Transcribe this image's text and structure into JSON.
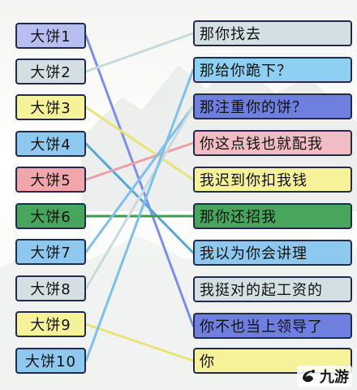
{
  "left_items": [
    {
      "label": "大饼1",
      "color": "#b7bff0"
    },
    {
      "label": "大饼2",
      "color": "#d3dfe2"
    },
    {
      "label": "大饼3",
      "color": "#f6f29a"
    },
    {
      "label": "大饼4",
      "color": "#8ec8ee"
    },
    {
      "label": "大饼5",
      "color": "#f0a6aa"
    },
    {
      "label": "大饼6",
      "color": "#47a55c"
    },
    {
      "label": "大饼7",
      "color": "#8ec8ee"
    },
    {
      "label": "大饼8",
      "color": "#d3dfe2"
    },
    {
      "label": "大饼9",
      "color": "#f6f29a"
    },
    {
      "label": "大饼10",
      "color": "#8ec8ee"
    }
  ],
  "right_items": [
    {
      "label": "那你找去",
      "color": "#d3dfe2"
    },
    {
      "label": "那给你跪下？",
      "color": "#8ed0f2"
    },
    {
      "label": "那注重你的饼？",
      "color": "#6f7fe0"
    },
    {
      "label": "你这点钱也就配我",
      "color": "#f2bcc4"
    },
    {
      "label": "我迟到你扣我钱",
      "color": "#f6f29a"
    },
    {
      "label": "那你还招我",
      "color": "#47a55c"
    },
    {
      "label": "我以为你会讲理",
      "color": "#8ec8ee"
    },
    {
      "label": "我挺对的起工资的",
      "color": "#d3dfe2"
    },
    {
      "label": "你不也当上领导了",
      "color": "#6f7fe0"
    },
    {
      "label": "你",
      "color": "#f6f29a"
    }
  ],
  "connections": [
    {
      "from": 0,
      "to": 8,
      "color": "#7f8fe6"
    },
    {
      "from": 1,
      "to": 0,
      "color": "#c7dadd"
    },
    {
      "from": 2,
      "to": 4,
      "color": "#e9e47a"
    },
    {
      "from": 3,
      "to": 6,
      "color": "#5aa8d8"
    },
    {
      "from": 4,
      "to": 3,
      "color": "#e8a0a6"
    },
    {
      "from": 5,
      "to": 5,
      "color": "#3f9a55"
    },
    {
      "from": 6,
      "to": 2,
      "color": "#7fc0ea"
    },
    {
      "from": 7,
      "to": 2,
      "color": "#c9d9de"
    },
    {
      "from": 8,
      "to": 9,
      "color": "#e9e47a"
    },
    {
      "from": 9,
      "to": 1,
      "color": "#7fc0ea"
    }
  ],
  "watermark": {
    "text": "九游",
    "icon": "jiuyou-logo-icon"
  }
}
